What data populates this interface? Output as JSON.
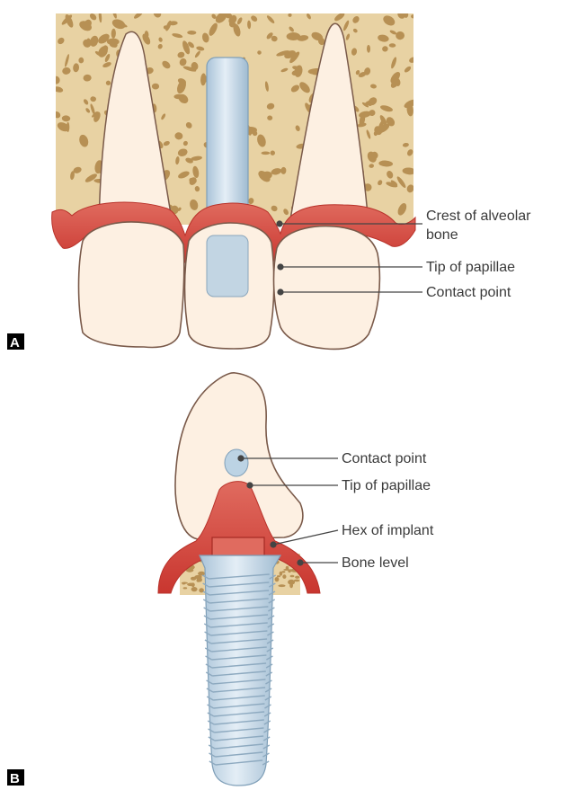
{
  "panel_a": {
    "tag": "A",
    "labels": {
      "crest_line1": "Crest of alveolar",
      "crest_line2": "bone",
      "tip_papillae": "Tip of papillae",
      "contact_point": "Contact point"
    }
  },
  "panel_b": {
    "tag": "B",
    "labels": {
      "contact_point": "Contact point",
      "tip_papillae": "Tip of papillae",
      "hex_implant": "Hex of implant",
      "bone_level": "Bone level"
    }
  },
  "colors": {
    "bone_base": "#e8d2a3",
    "bone_spot": "#a77a3a",
    "gingiva": "#d9473f",
    "tooth_fill": "#fdf0e2",
    "tooth_outline": "#7a5a4a",
    "implant": "#bcd3e4",
    "leader": "#444444"
  }
}
